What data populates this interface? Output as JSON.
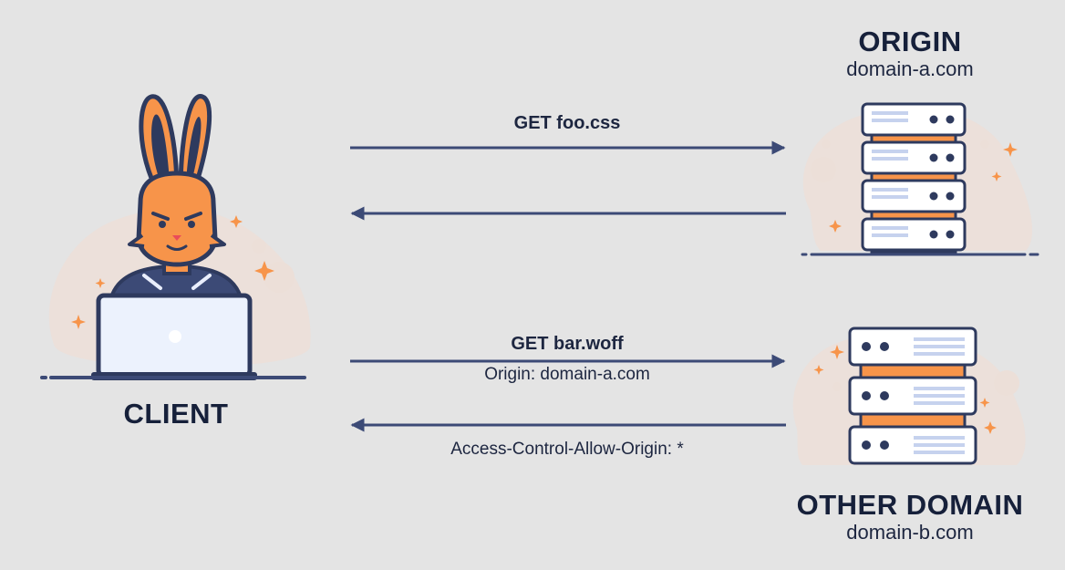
{
  "client": {
    "title": "CLIENT"
  },
  "origin": {
    "title": "ORIGIN",
    "domain": "domain-a.com"
  },
  "other": {
    "title": "OTHER DOMAIN",
    "domain": "domain-b.com"
  },
  "requests": {
    "same_origin": {
      "request": "GET foo.css"
    },
    "cross_origin": {
      "request": "GET bar.woff",
      "request_header": "Origin: domain-a.com",
      "response_header": "Access-Control-Allow-Origin: *"
    }
  },
  "colors": {
    "background": "#e4e4e4",
    "navy": "#3c4a76",
    "orange": "#f7944a",
    "dark": "#1d2640"
  }
}
